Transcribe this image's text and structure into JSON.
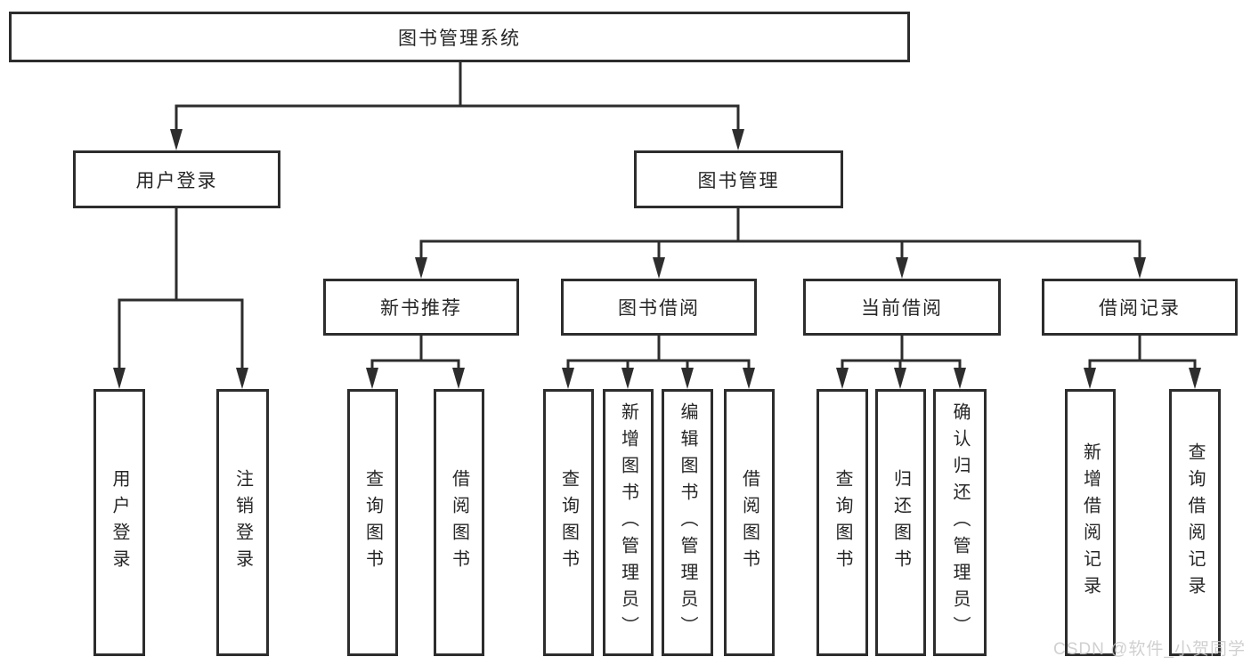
{
  "colors": {
    "line": "#2d2d2d",
    "box_border": "#2d2d2d",
    "text": "#262626",
    "background": "#ffffff"
  },
  "watermark": {
    "text": "CSDN @软件_小贺同学",
    "color": "#c8c8c8"
  },
  "diagram": {
    "type": "hierarchy-tree",
    "root": {
      "label": "图书管理系统"
    },
    "branches": [
      {
        "label": "用户登录",
        "children": [
          {
            "label": "用户登录"
          },
          {
            "label": "注销登录"
          }
        ]
      },
      {
        "label": "图书管理",
        "children": [
          {
            "label": "新书推荐",
            "children": [
              {
                "label": "查询图书"
              },
              {
                "label": "借阅图书"
              }
            ]
          },
          {
            "label": "图书借阅",
            "children": [
              {
                "label": "查询图书"
              },
              {
                "label": "新增图书（管理员）"
              },
              {
                "label": "编辑图书（管理员）"
              },
              {
                "label": "借阅图书"
              }
            ]
          },
          {
            "label": "当前借阅",
            "children": [
              {
                "label": "查询图书"
              },
              {
                "label": "归还图书"
              },
              {
                "label": "确认归还（管理员）"
              }
            ]
          },
          {
            "label": "借阅记录",
            "children": [
              {
                "label": "新增借阅记录"
              },
              {
                "label": "查询借阅记录"
              }
            ]
          }
        ]
      }
    ]
  }
}
